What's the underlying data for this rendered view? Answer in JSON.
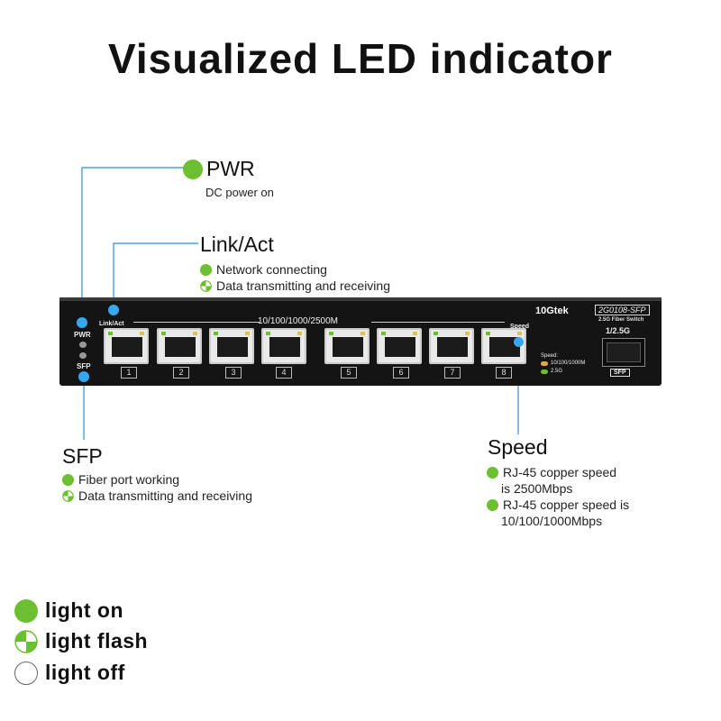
{
  "title": "Visualized LED indicator",
  "pwr": {
    "title": "PWR",
    "desc": "DC power on"
  },
  "link": {
    "title": "Link/Act",
    "items": [
      "Network connecting",
      "Data transmitting and receiving"
    ]
  },
  "sfp": {
    "title": "SFP",
    "items": [
      "Fiber port working",
      "Data transmitting and receiving"
    ]
  },
  "speed": {
    "title": "Speed",
    "items": [
      [
        "RJ-45 copper speed",
        "is 2500Mbps"
      ],
      [
        "RJ-45 copper speed is",
        "10/100/1000Mbps"
      ]
    ]
  },
  "legend": [
    "light on",
    "light flash",
    "light off"
  ],
  "device": {
    "brand": "10Gtek",
    "model": "2G0108-SFP",
    "subtitle": "2.5G Fiber Switch",
    "ports_label": "10/100/1000/2500M",
    "pwr_label": "PWR",
    "sfp_label": "SFP",
    "link_label": "Link/Act",
    "speed_label": "Speed",
    "speed_legend_title": "Speed:",
    "speed_legend_1": "10/100/1000M",
    "speed_legend_2": "2.5G",
    "sfp_port_top": "1/2.5G",
    "sfp_port_bottom": "SFP",
    "port_numbers": [
      "1",
      "2",
      "3",
      "4",
      "5",
      "6",
      "7",
      "8"
    ]
  },
  "colors": {
    "green": "#6cbf2e",
    "blue_line": "#2a8fd6",
    "led_blue": "#35a8f0"
  }
}
